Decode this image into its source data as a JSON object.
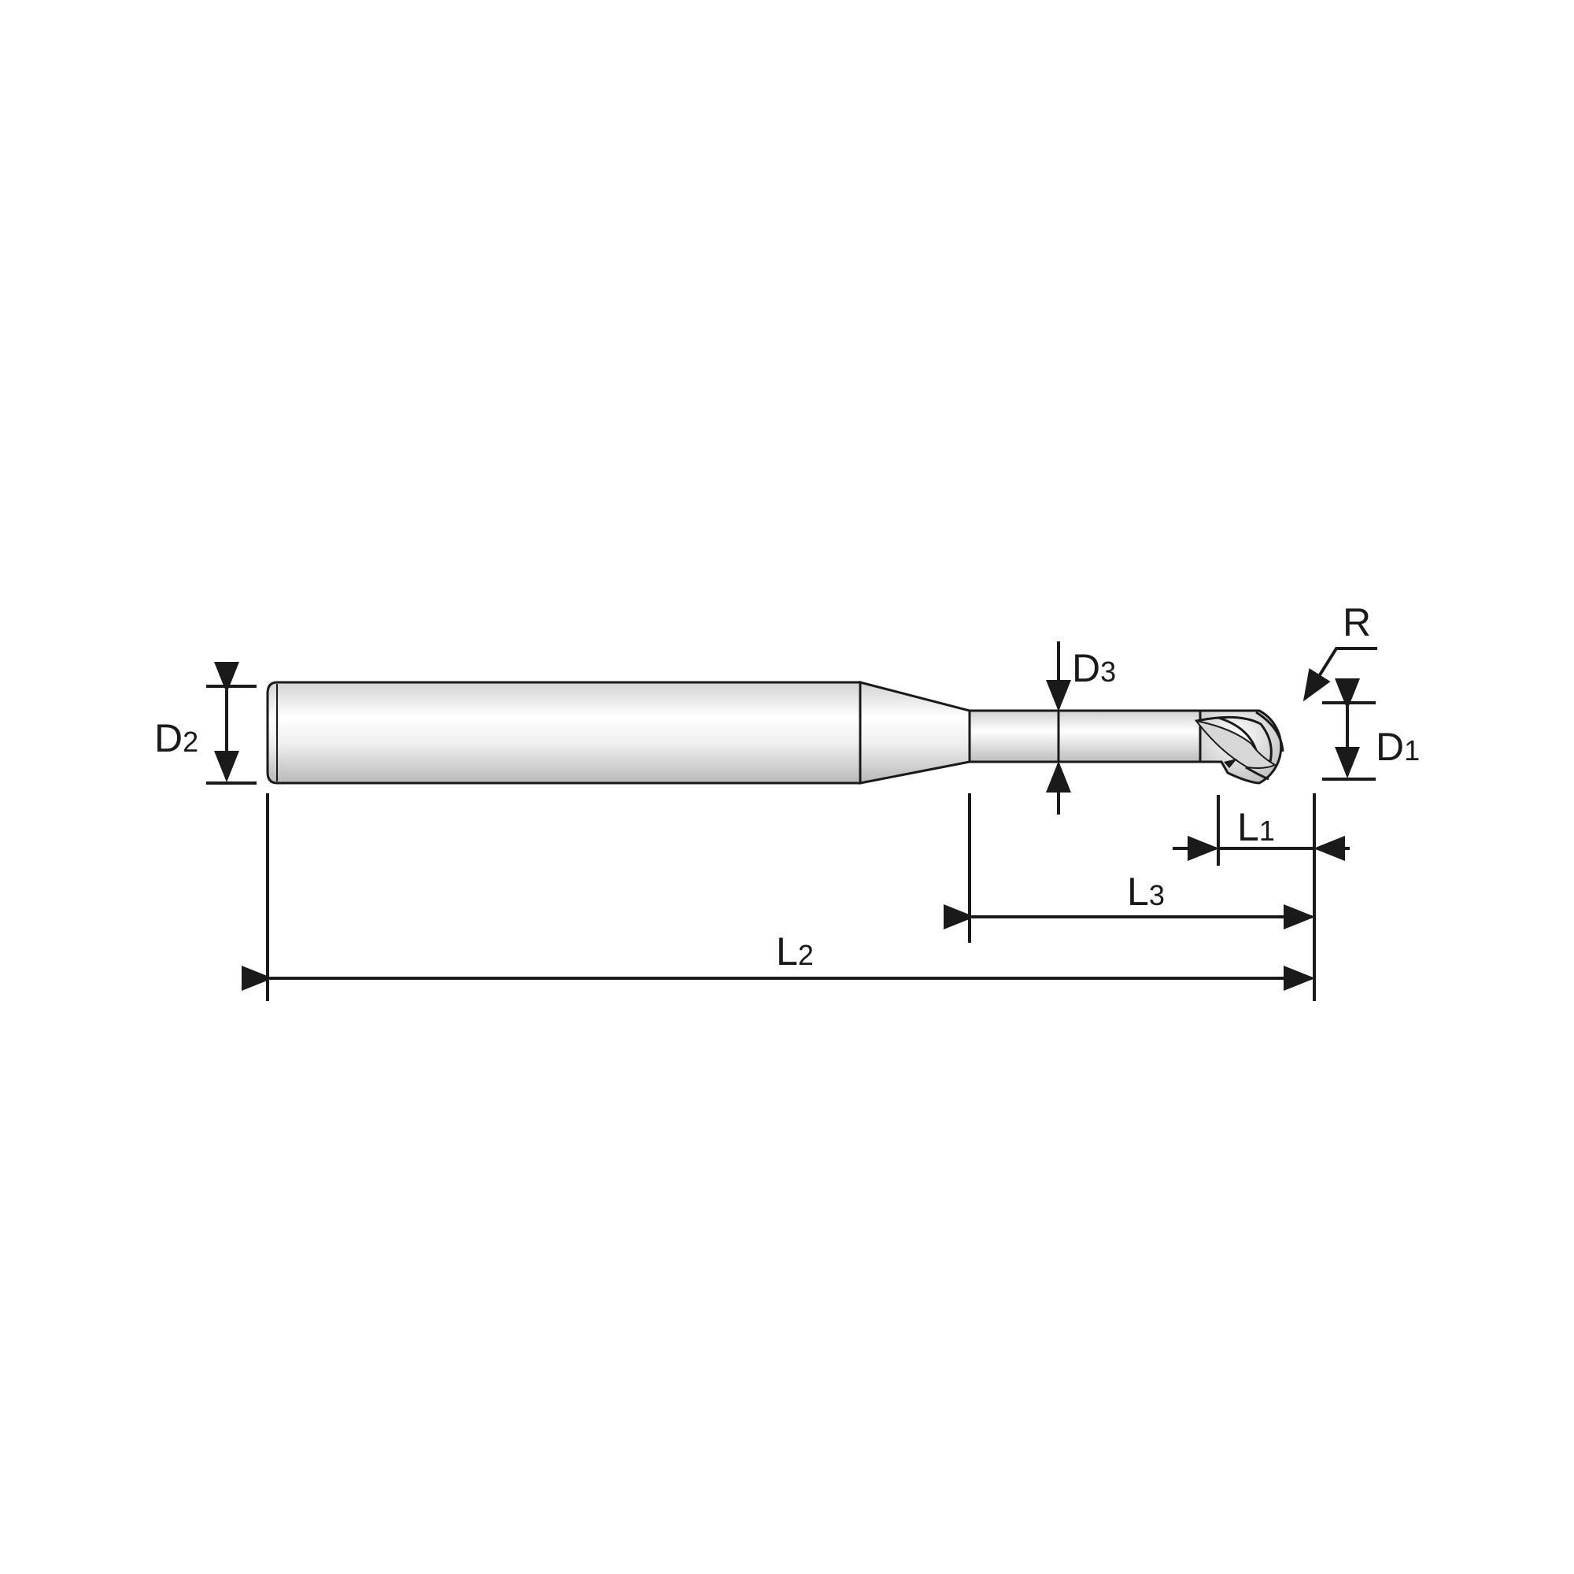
{
  "diagram": {
    "type": "technical-drawing",
    "subject": "ball-nose-end-mill",
    "colors": {
      "line": "#1a1a1a",
      "body_light": "#ffffff",
      "body_dark": "#c8c8c8"
    },
    "dimensions": {
      "d1": {
        "letter": "D",
        "index": "1"
      },
      "d2": {
        "letter": "D",
        "index": "2"
      },
      "d3": {
        "letter": "D",
        "index": "3"
      },
      "l1": {
        "letter": "L",
        "index": "1"
      },
      "l2": {
        "letter": "L",
        "index": "2"
      },
      "l3": {
        "letter": "L",
        "index": "3"
      },
      "r": {
        "letter": "R"
      }
    }
  }
}
